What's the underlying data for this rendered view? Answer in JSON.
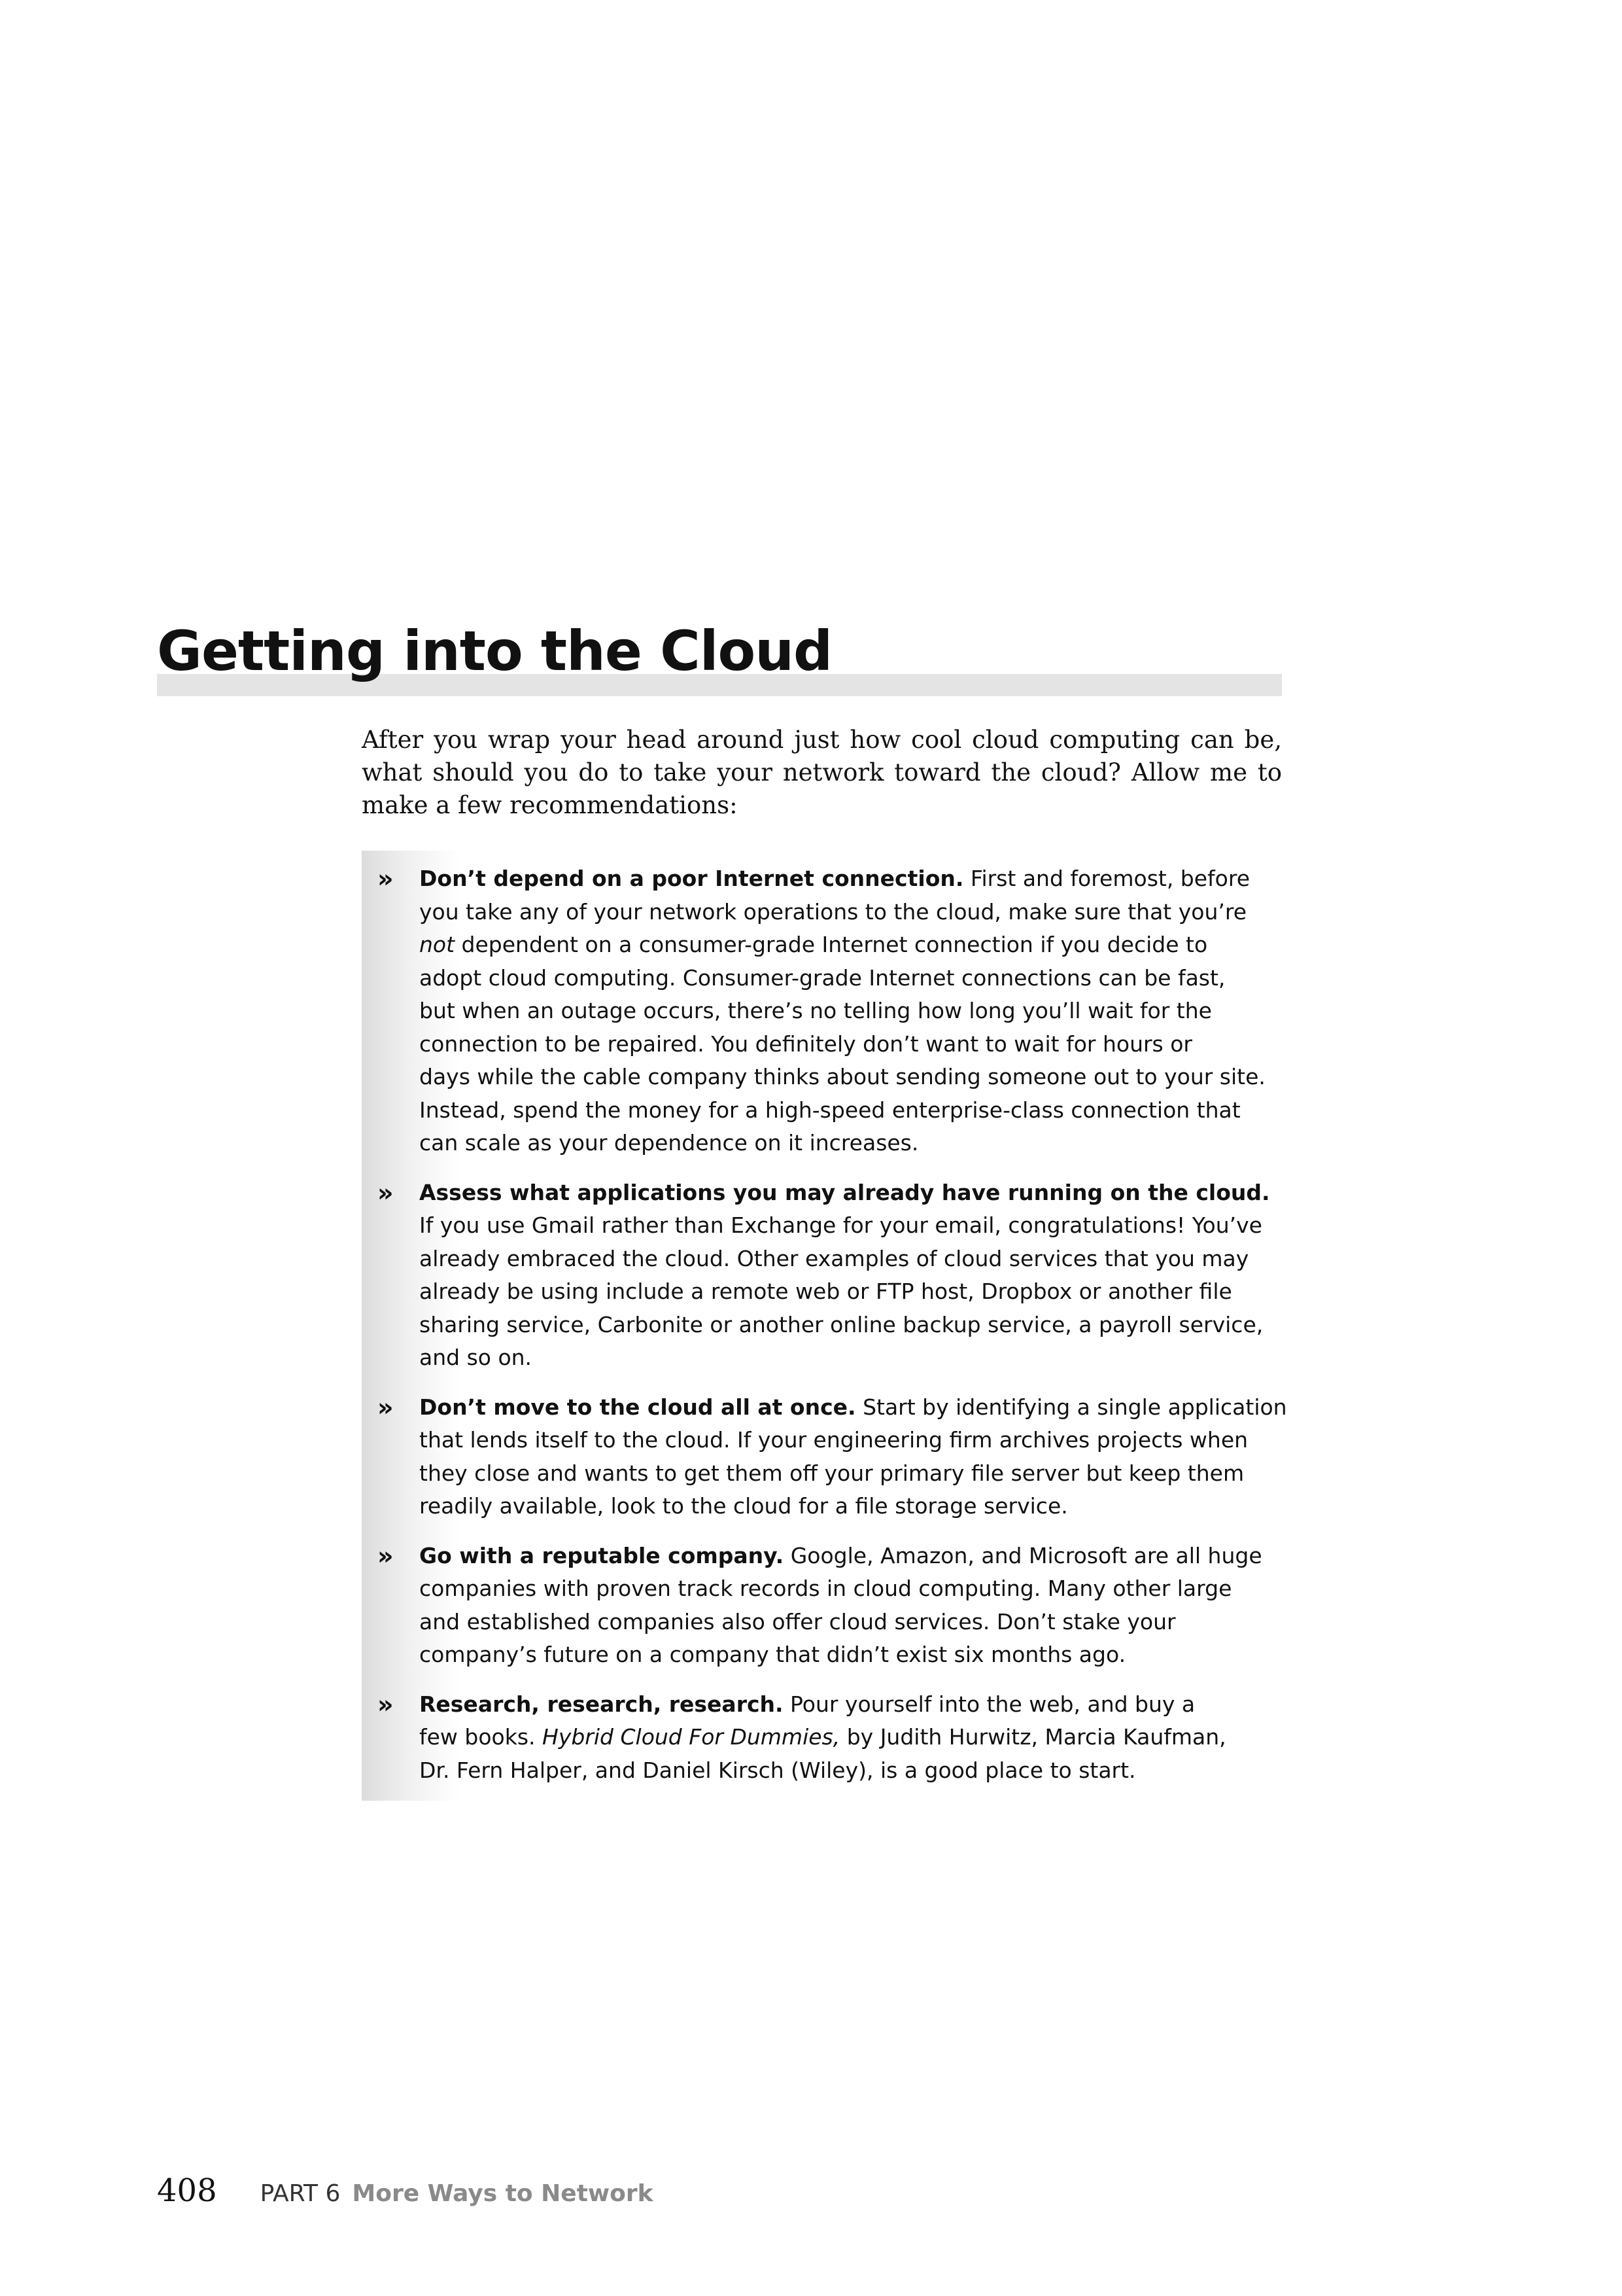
{
  "heading": "Getting into the Cloud",
  "intro": "After you wrap your head around just how cool cloud computing can be, what should you do to take your network toward the cloud? Allow me to make a few recommendations:",
  "bullet_glyph": "»",
  "tips": [
    {
      "lines": [
        [
          {
            "t": "Don’t depend on a poor Internet connection.",
            "s": "b"
          },
          {
            "t": " First and foremost, before"
          }
        ],
        [
          {
            "t": "you take any of your network operations to the cloud, make sure that you’re"
          }
        ],
        [
          {
            "t": "not",
            "s": "i"
          },
          {
            "t": " dependent on a consumer-grade Internet connection if you decide to"
          }
        ],
        [
          {
            "t": "adopt cloud computing. Consumer-grade Internet connections can be fast,"
          }
        ],
        [
          {
            "t": "but when an outage occurs, there’s no telling how long you’ll wait for the"
          }
        ],
        [
          {
            "t": "connection to be repaired. You definitely don’t want to wait for hours or"
          }
        ],
        [
          {
            "t": "days while the cable company thinks about sending someone out to your site."
          }
        ],
        [
          {
            "t": "Instead, spend the money for a high-speed enterprise-class connection that"
          }
        ],
        [
          {
            "t": "can scale as your dependence on it increases."
          }
        ]
      ]
    },
    {
      "lines": [
        [
          {
            "t": "Assess what applications you may already have running on the cloud.",
            "s": "b"
          }
        ],
        [
          {
            "t": "If you use Gmail rather than Exchange for your email, congratulations! You’ve"
          }
        ],
        [
          {
            "t": "already embraced the cloud. Other examples of cloud services that you may"
          }
        ],
        [
          {
            "t": "already be using include a remote web or FTP host, Dropbox or another file"
          }
        ],
        [
          {
            "t": "sharing service, Carbonite or another online backup service, a payroll service,"
          }
        ],
        [
          {
            "t": "and so on."
          }
        ]
      ]
    },
    {
      "lines": [
        [
          {
            "t": "Don’t move to the cloud all at once.",
            "s": "b"
          },
          {
            "t": " Start by identifying a single application"
          }
        ],
        [
          {
            "t": "that lends itself to the cloud. If your engineering firm archives projects when"
          }
        ],
        [
          {
            "t": "they close and wants to get them off your primary file server but keep them"
          }
        ],
        [
          {
            "t": "readily available, look to the cloud for a file storage service."
          }
        ]
      ]
    },
    {
      "lines": [
        [
          {
            "t": "Go with a reputable company.",
            "s": "b"
          },
          {
            "t": " Google, Amazon, and Microsoft are all huge"
          }
        ],
        [
          {
            "t": "companies with proven track records in cloud computing. Many other large"
          }
        ],
        [
          {
            "t": "and established companies also offer cloud services. Don’t stake your"
          }
        ],
        [
          {
            "t": "company’s future on a company that didn’t exist six months ago."
          }
        ]
      ]
    },
    {
      "lines": [
        [
          {
            "t": "Research, research, research.",
            "s": "b"
          },
          {
            "t": " Pour yourself into the web, and buy a"
          }
        ],
        [
          {
            "t": "few books. "
          },
          {
            "t": "Hybrid Cloud For Dummies,",
            "s": "i"
          },
          {
            "t": " by Judith Hurwitz, Marcia Kaufman,"
          }
        ],
        [
          {
            "t": "Dr. Fern Halper, and Daniel Kirsch (Wiley), is a good place to start."
          }
        ]
      ]
    }
  ],
  "footer": {
    "page_number": "408",
    "part_label": "PART 6",
    "part_title": "More Ways to Network"
  }
}
